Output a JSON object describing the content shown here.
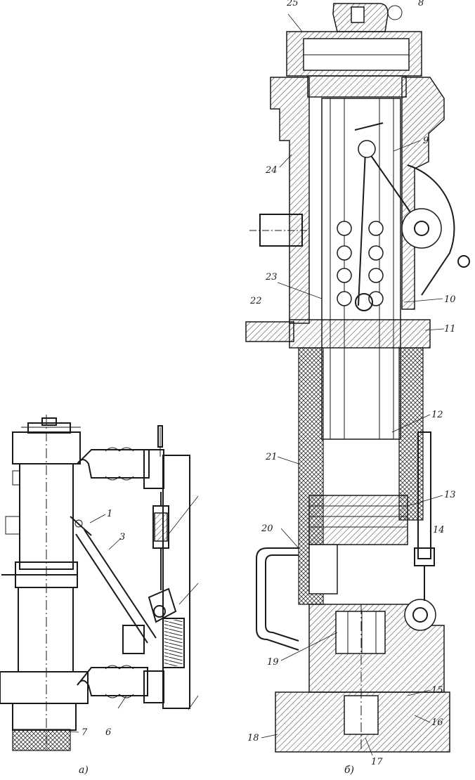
{
  "figure_a": {
    "caption": "а)",
    "labels": [
      "1",
      "3",
      "7",
      "6"
    ]
  },
  "figure_b": {
    "caption": "б)",
    "labels": [
      "25",
      "8",
      "9",
      "24",
      "23",
      "10",
      "22",
      "11",
      "12",
      "21",
      "13",
      "20",
      "14",
      "19",
      "15",
      "18",
      "16",
      "17"
    ]
  }
}
